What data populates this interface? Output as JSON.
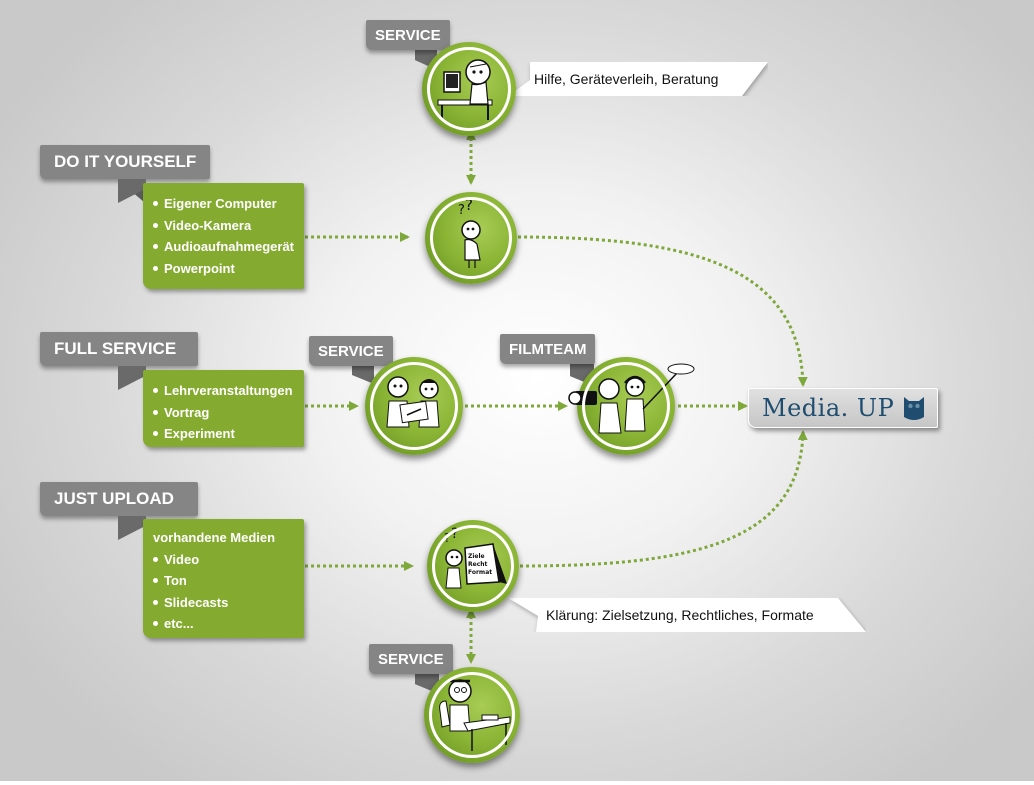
{
  "colors": {
    "green": "#84ab2f",
    "tag_gray": "#858585",
    "arrow_green": "#7ea83a",
    "brand_blue": "#1f4d70"
  },
  "tracks": [
    {
      "id": "do-it-yourself",
      "title": "DO IT YOURSELF",
      "items": [
        "Eigener Computer",
        "Video-Kamera",
        "Audioaufnahmegerät",
        "Powerpoint"
      ]
    },
    {
      "id": "full-service",
      "title": "FULL SERVICE",
      "items": [
        "Lehrveranstaltungen",
        "Vortrag",
        "Experiment"
      ]
    },
    {
      "id": "just-upload",
      "title": "JUST UPLOAD",
      "heading": "vorhandene Medien",
      "items": [
        "Video",
        "Ton",
        "Slidecasts",
        "etc..."
      ]
    }
  ],
  "nodes": {
    "service_top": {
      "tag": "SERVICE",
      "icon": "helpdesk-person-icon",
      "callout": "Hilfe, Geräteverleih, Beratung"
    },
    "diy_thinker": {
      "icon": "thinking-person-icon"
    },
    "full_service": {
      "tag": "SERVICE",
      "icon": "consultation-people-icon"
    },
    "filmteam": {
      "tag": "FILMTEAM",
      "icon": "film-crew-icon"
    },
    "upload_clarify": {
      "icon": "checklist-board-icon",
      "board_items": [
        "Ziele",
        "Recht",
        "Format"
      ],
      "callout": "Klärung: Zielsetzung, Rechtliches, Formate"
    },
    "service_bottom": {
      "tag": "SERVICE",
      "icon": "desk-phone-person-icon"
    }
  },
  "destination": {
    "label": "Media. UP",
    "icon": "owl-icon"
  }
}
